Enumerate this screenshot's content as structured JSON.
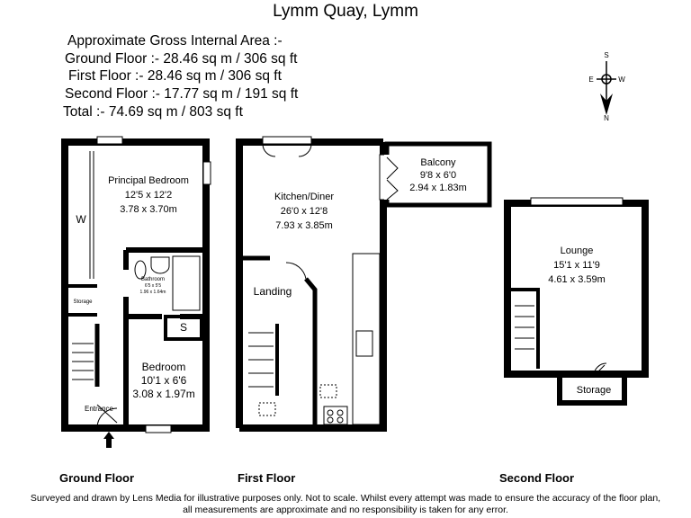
{
  "title": "Lymm Quay, Lymm",
  "areas": {
    "heading": "Approximate Gross Internal Area :-",
    "ground": "Ground Floor :- 28.46 sq m / 306 sq ft",
    "first": "First Floor :- 28.46 sq m / 306 sq ft",
    "second": "Second Floor :- 17.77 sq m / 191 sq ft",
    "total": "Total :- 74.69 sq m / 803 sq ft"
  },
  "compass": {
    "s": "S",
    "e": "E",
    "w": "W",
    "n": "N"
  },
  "ground_floor": {
    "label": "Ground Floor",
    "principal_bedroom": {
      "name": "Principal Bedroom",
      "imperial": "12'5 x 12'2",
      "metric": "3.78 x 3.70m"
    },
    "wardrobe": "W",
    "bathroom": {
      "name": "Bathroom",
      "imperial": "6'5 x 5'5",
      "metric": "1.96 x 1.64m"
    },
    "storage": "Storage",
    "cupboard": "S",
    "bedroom": {
      "name": "Bedroom",
      "imperial": "10'1 x 6'6",
      "metric": "3.08 x 1.97m"
    },
    "entrance": "Entrance"
  },
  "first_floor": {
    "label": "First Floor",
    "kitchen": {
      "name": "Kitchen/Diner",
      "imperial": "26'0 x 12'8",
      "metric": "7.93 x 3.85m"
    },
    "balcony": {
      "name": "Balcony",
      "imperial": "9'8 x 6'0",
      "metric": "2.94 x 1.83m"
    },
    "landing": "Landing"
  },
  "second_floor": {
    "label": "Second Floor",
    "lounge": {
      "name": "Lounge",
      "imperial": "15'1 x 11'9",
      "metric": "4.61 x 3.59m"
    },
    "storage": "Storage"
  },
  "disclaimer": {
    "line1": "Surveyed and drawn by Lens Media for illustrative purposes only. Not to scale. Whilst every attempt was made to ensure the accuracy of the floor plan,",
    "line2": "all measurements are approximate and no responsibility is taken for any error."
  }
}
